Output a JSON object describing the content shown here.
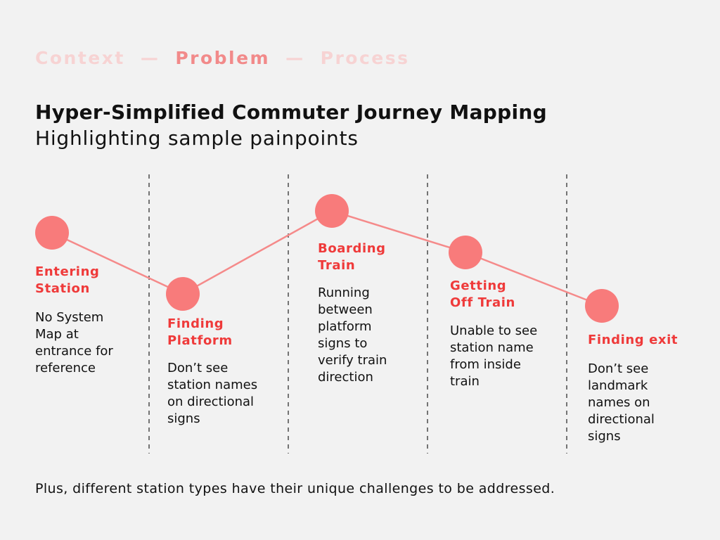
{
  "nav": {
    "items": [
      {
        "label": "Context",
        "state": "inactive"
      },
      {
        "label": "Problem",
        "state": "active"
      },
      {
        "label": "Process",
        "state": "inactive"
      }
    ],
    "separator": "—"
  },
  "title": "Hyper-Simplified Commuter Journey Mapping",
  "subtitle": "Highlighting sample painpoints",
  "colors": {
    "accent": "#ef3a3a",
    "node": "#f87b7b",
    "line": "#f58a8a",
    "active_nav": "#f28a8a",
    "inactive_nav": "#f7d3d3",
    "background": "#f2f2f2"
  },
  "steps": [
    {
      "title_lines": [
        "Entering",
        "Station"
      ],
      "description_lines": [
        "No System",
        "Map at",
        "entrance for",
        "reference"
      ]
    },
    {
      "title_lines": [
        "Finding",
        "Platform"
      ],
      "description_lines": [
        "Don’t see",
        "station names",
        "on directional",
        "signs"
      ]
    },
    {
      "title_lines": [
        "Boarding",
        "Train"
      ],
      "description_lines": [
        "Running",
        "between",
        "platform",
        "signs to",
        "verify train",
        "direction"
      ]
    },
    {
      "title_lines": [
        "Getting",
        "Off Train"
      ],
      "description_lines": [
        "Unable to see",
        "station name",
        "from inside",
        "train"
      ]
    },
    {
      "title_lines": [
        "Finding exit"
      ],
      "description_lines": [
        "Don’t see",
        "landmark",
        "names on",
        "directional",
        "signs"
      ]
    }
  ],
  "footer": "Plus, different station types have their unique challenges to be addressed."
}
